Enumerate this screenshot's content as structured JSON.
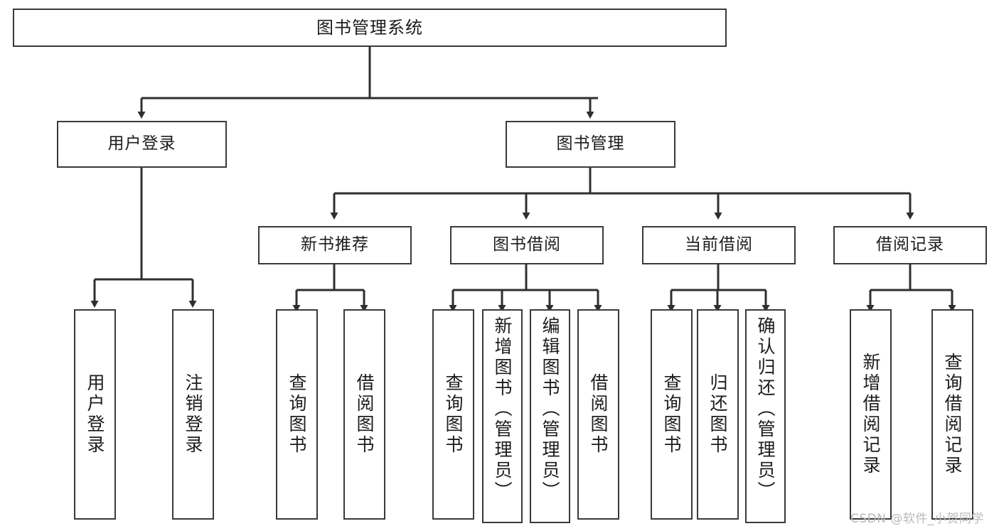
{
  "diagram": {
    "title": "图书管理系统",
    "type": "tree",
    "orientation": "top-down",
    "colors": {
      "box_stroke": "#3a3a3a",
      "box_fill": "#ffffff",
      "connector": "#2f2f2f",
      "text": "#1c1c1c",
      "watermark": "#b9b9b9",
      "background": "#ffffff"
    },
    "root": {
      "label": "图书管理系统"
    },
    "level2": [
      {
        "label": "用户登录"
      },
      {
        "label": "图书管理"
      }
    ],
    "level3": [
      {
        "label": "新书推荐"
      },
      {
        "label": "图书借阅"
      },
      {
        "label": "当前借阅"
      },
      {
        "label": "借阅记录"
      }
    ],
    "leaves": {
      "user_login": [
        {
          "label": "用户登录"
        },
        {
          "label": "注销登录"
        }
      ],
      "new_book_recommend": [
        {
          "label": "查询图书"
        },
        {
          "label": "借阅图书"
        }
      ],
      "book_borrow": [
        {
          "label": "查询图书"
        },
        {
          "label": "新增图书（管理员）"
        },
        {
          "label": "编辑图书（管理员）"
        },
        {
          "label": "借阅图书"
        }
      ],
      "current_borrow": [
        {
          "label": "查询图书"
        },
        {
          "label": "归还图书"
        },
        {
          "label": "确认归还（管理员）"
        }
      ],
      "borrow_record": [
        {
          "label": "新增借阅记录"
        },
        {
          "label": "查询借阅记录"
        }
      ]
    }
  },
  "watermark": {
    "text": "CSDN @软件_小贺同学"
  }
}
